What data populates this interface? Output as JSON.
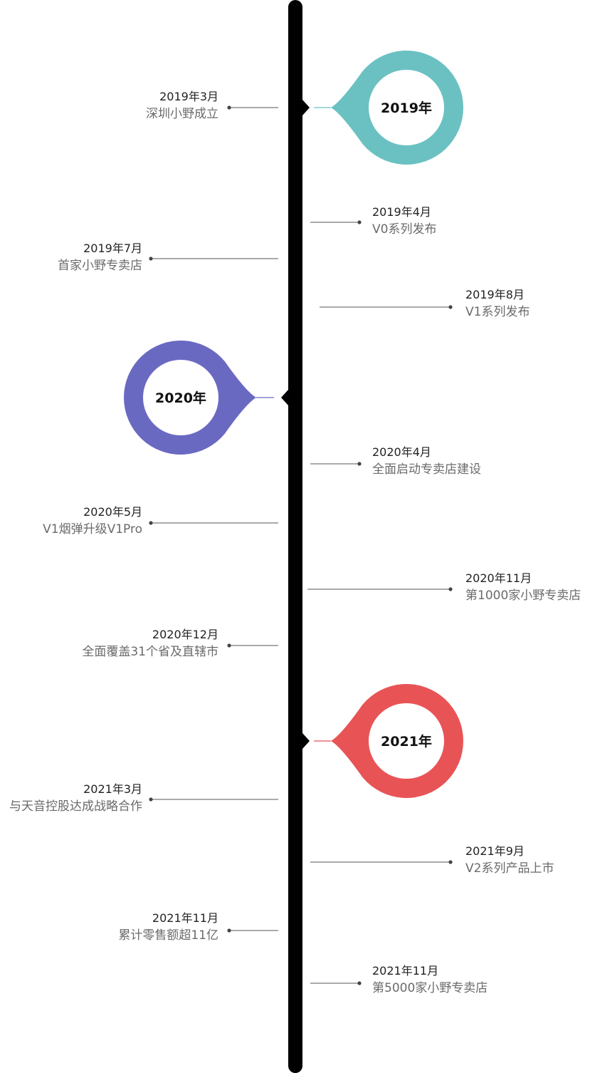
{
  "years": [
    {
      "label": "2019年",
      "color": "#6bc1c2"
    },
    {
      "label": "2020年",
      "color": "#6a69c2"
    },
    {
      "label": "2021年",
      "color": "#e85456"
    }
  ],
  "events": [
    {
      "date": "2019年3月",
      "text": "深圳小野成立"
    },
    {
      "date": "2019年4月",
      "text": "V0系列发布"
    },
    {
      "date": "2019年7月",
      "text": "首家小野专卖店"
    },
    {
      "date": "2019年8月",
      "text": "V1系列发布"
    },
    {
      "date": "2020年4月",
      "text": "全面启动专卖店建设"
    },
    {
      "date": "2020年5月",
      "text": "V1烟弹升级V1Pro"
    },
    {
      "date": "2020年11月",
      "text": "第1000家小野专卖店"
    },
    {
      "date": "2020年12月",
      "text": "全面覆盖31个省及直辖市"
    },
    {
      "date": "2021年3月",
      "text": "与天音控股达成战略合作"
    },
    {
      "date": "2021年9月",
      "text": "V2系列产品上市"
    },
    {
      "date": "2021年11月",
      "text": "累计零售额超11亿"
    },
    {
      "date": "2021年11月",
      "text": "第5000家小野专卖店"
    }
  ]
}
